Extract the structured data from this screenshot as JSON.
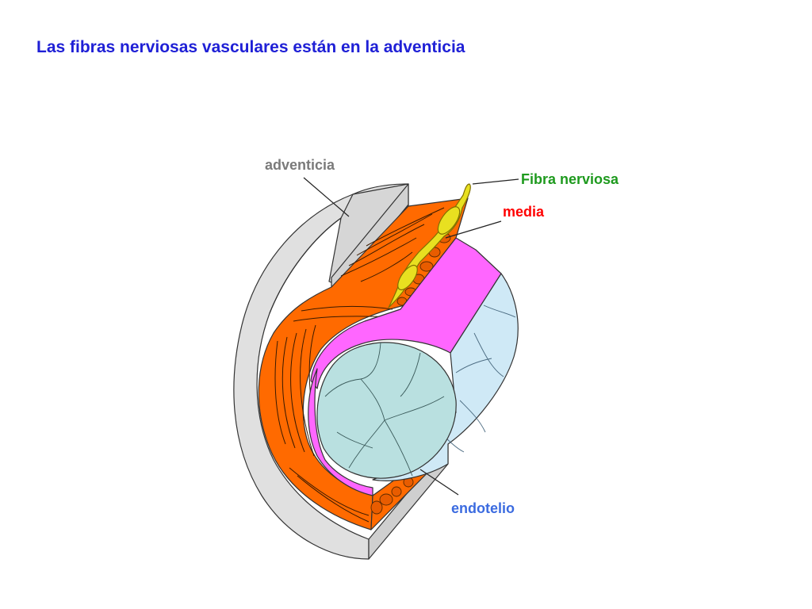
{
  "title": "Las fibras nerviosas vasculares están en la adventicia",
  "labels": {
    "adventicia": "adventicia",
    "fibra_nerviosa": "Fibra nerviosa",
    "media": "media",
    "endotelio": "endotelio"
  },
  "colors": {
    "title": "#1f20d6",
    "adventicia": "#e0e0e0",
    "media": "#ff6a00",
    "intima": "#ff66ff",
    "endotelio_lumen": "#b9e0e0",
    "endotelio_outer": "#cfe9f6",
    "fibra_nerviosa": "#e8e020",
    "label_adventicia": "#7a7a7a",
    "label_fibra": "#1e9a1e",
    "label_media": "#ff0000",
    "label_endotelio": "#3b6be0"
  }
}
